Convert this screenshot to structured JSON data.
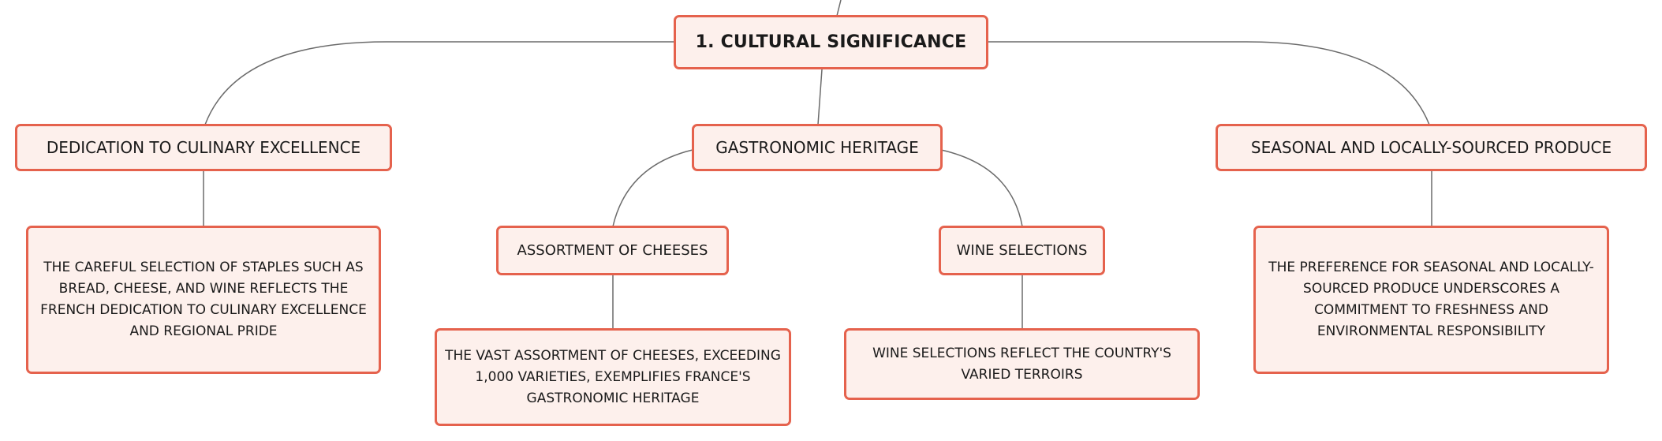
{
  "diagram": {
    "root": {
      "label": "1. CULTURAL SIGNIFICANCE"
    },
    "branches": [
      {
        "label": "DEDICATION TO CULINARY EXCELLENCE",
        "detail": "THE CAREFUL SELECTION OF STAPLES SUCH AS BREAD, CHEESE, AND WINE REFLECTS THE FRENCH DEDICATION TO CULINARY EXCELLENCE AND REGIONAL PRIDE"
      },
      {
        "label": "GASTRONOMIC HERITAGE",
        "children": [
          {
            "label": "ASSORTMENT OF CHEESES",
            "detail": "THE VAST ASSORTMENT OF CHEESES, EXCEEDING 1,000 VARIETIES, EXEMPLIFIES FRANCE'S GASTRONOMIC HERITAGE"
          },
          {
            "label": "WINE SELECTIONS",
            "detail": "WINE SELECTIONS REFLECT THE COUNTRY'S VARIED TERROIRS"
          }
        ]
      },
      {
        "label": "SEASONAL AND LOCALLY-SOURCED PRODUCE",
        "detail": "THE PREFERENCE FOR SEASONAL AND LOCALLY-SOURCED PRODUCE UNDERSCORES A COMMITMENT TO FRESHNESS AND ENVIRONMENTAL RESPONSIBILITY"
      }
    ]
  },
  "colors": {
    "node_border": "#e5624d",
    "node_fill": "#fdf0ec",
    "connector": "#6b6b6b"
  }
}
